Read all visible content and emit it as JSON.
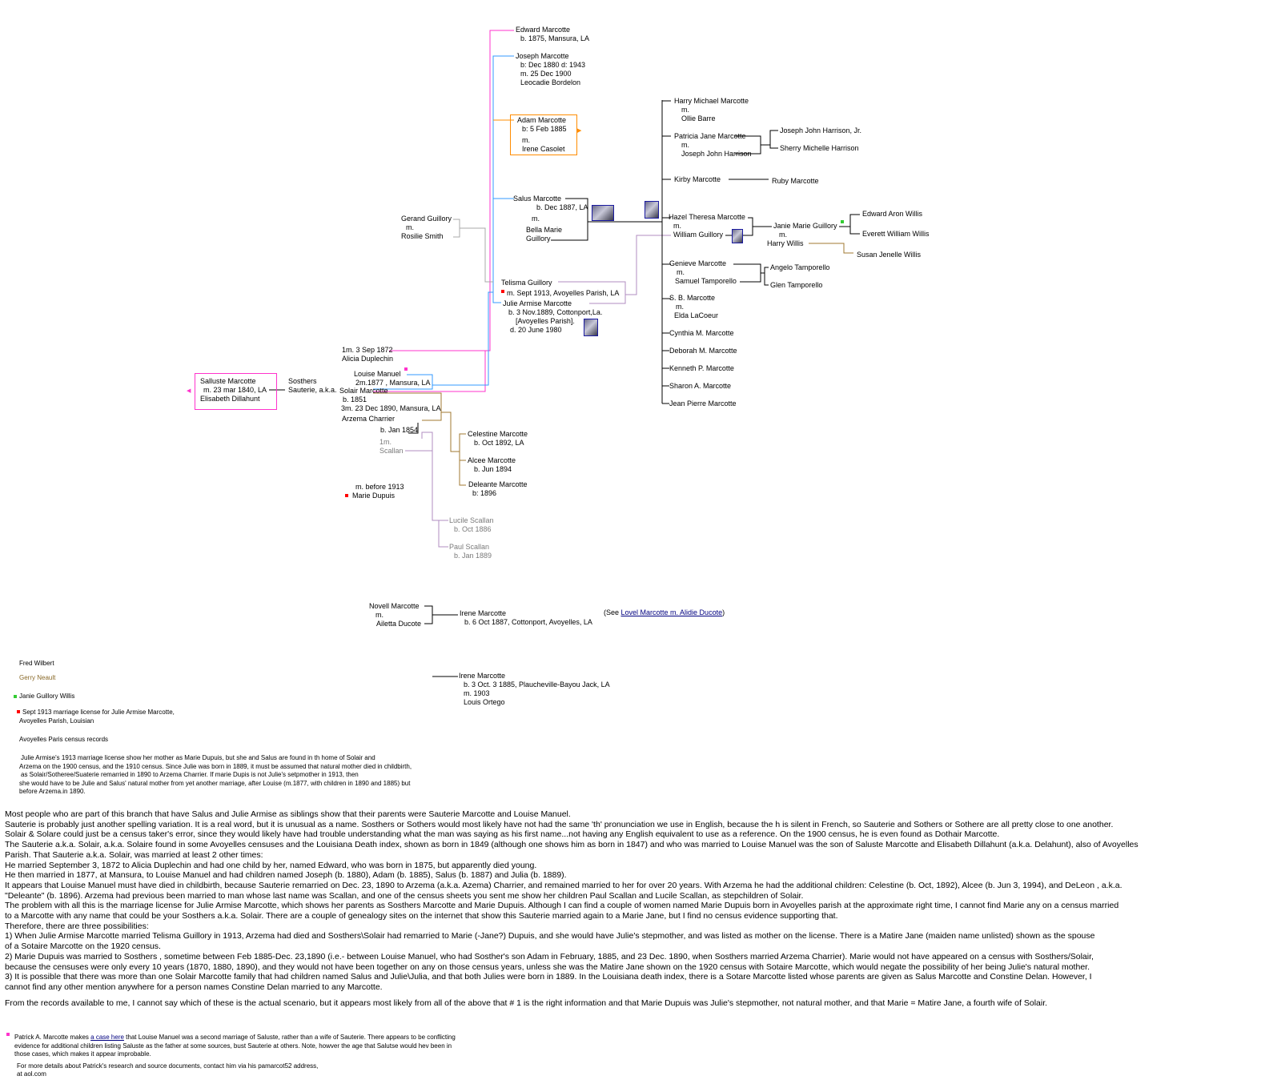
{
  "colors": {
    "magenta": "#ff33cc",
    "blue": "#3399ff",
    "orange": "#ff8c00",
    "brown": "#a07830",
    "lavender": "#b08cc0",
    "gray": "#a8a8a8",
    "black": "#000000",
    "link": "#000080"
  },
  "tree": {
    "salluste": [
      "Salluste Marcotte",
      "m. 23 mar 1840, LA",
      "Elisabeth Dillahunt"
    ],
    "sosthers": [
      "Sosthers",
      "Sauterie, a.k.a."
    ],
    "solair": "Solair  Marcotte",
    "solair_birth": "b.  1851",
    "marriage1": [
      "1m. 3 Sep 1872",
      "Alicia Duplechin"
    ],
    "louise": "Louise Manuel",
    "marriage2": "2m.1877 , Mansura, LA",
    "marriage3": "3m. 23 Dec 1890, Mansura, LA",
    "arzema": [
      "Arzema Charrier",
      "b. Jan 1854"
    ],
    "arzema_first": [
      "1m.",
      "Scallan"
    ],
    "marie_dupuis": [
      "m.  before 1913",
      "Marie Dupuis"
    ],
    "gerand": [
      "Gerand Guillory",
      "m.",
      "Rosilie Smith"
    ],
    "edward": [
      "Edward Marcotte",
      "b. 1875, Mansura, LA"
    ],
    "joseph": [
      "Joseph Marcotte",
      "b: Dec 1880   d: 1943",
      "m. 25 Dec 1900",
      "Leocadie Bordelon"
    ],
    "adam": [
      "Adam Marcotte",
      "b: 5 Feb 1885",
      "m.",
      "Irene Casolet"
    ],
    "salus": [
      "Salus  Marcotte",
      "b. Dec 1887, LA",
      "m.",
      "Bella Marie",
      "Guillory"
    ],
    "telisma": "Telisma  Guillory",
    "telisma_marriage": "m. Sept  1913,  Avoyelles Parish, LA",
    "julie": [
      "Julie Armise Marcotte",
      "b. 3 Nov.1889, Cottonport,La.",
      "[Avoyelles Parish].",
      "d. 20 June 1980"
    ],
    "celestine": [
      "Celestine Marcotte",
      "b. Oct 1892, LA"
    ],
    "alcee": [
      "Alcee Marcotte",
      "b. Jun 1894"
    ],
    "deleante": [
      "Deleante Marcotte",
      "b: 1896"
    ],
    "lucile": [
      "Lucile Scallan",
      "b. Oct 1886"
    ],
    "paul": [
      "Paul Scallan",
      "b. Jan 1889"
    ],
    "harry_michael": [
      "Harry Michael Marcotte",
      "m.",
      "Ollie Barre"
    ],
    "patricia": [
      "Patricia Jane Marcotte",
      "m.",
      "Joseph John Harrison"
    ],
    "patricia_children": [
      "Joseph John Harrison, Jr.",
      "Sherry Michelle Harrison"
    ],
    "kirby": "Kirby Marcotte",
    "ruby": "Ruby Marcotte",
    "hazel": [
      "Hazel Theresa Marcotte",
      "m.",
      "William Guillory"
    ],
    "janie": [
      "Janie Marie Guillory",
      "m.",
      "Harry Willis"
    ],
    "janie_children": [
      "Edward Aron Willis",
      "Everett William Willis",
      "Susan Jenelle Willis"
    ],
    "genieve": [
      "Genieve  Marcotte",
      "m.",
      "Samuel Tamporello"
    ],
    "genieve_children": [
      "Angelo Tamporello",
      "Glen Tamporello"
    ],
    "sb": [
      "S. B. Marcotte",
      "m.",
      "Elda LaCoeur"
    ],
    "others": [
      "Cynthia M. Marcotte",
      "Deborah M. Marcotte",
      "Kenneth P. Marcotte",
      "Sharon A. Marcotte",
      "Jean Pierre Marcotte"
    ],
    "novell": [
      "Novell Marcotte",
      "m.",
      "Ailetta Ducote"
    ],
    "irene1": [
      "Irene Marcotte",
      "b. 6 Oct 1887, Cottonport, Avoyelles, LA"
    ],
    "see_prefix": "(See ",
    "see_link": "Lovel Marcotte m. Alidie Ducote",
    "see_suffix": ")",
    "irene2": [
      "Irene Marcotte",
      "b. 3 Oct. 3 1885, Plaucheville-Bayou Jack, LA",
      "m. 1903",
      "Louis Ortego"
    ]
  },
  "legend": {
    "fred": "Fred Wilbert",
    "gerry": "Gerry Neault",
    "janie": "Janie Guillory Willis",
    "license": [
      "Sept 1913 marriage license for Julie Armise Marcotte,",
      "Avoyelles Parish, Louisian"
    ],
    "census": "Avoyelles Paris census records",
    "note": [
      "Julie Armise's 1913 marriage license show her mother  as Marie Dupuis, but she and Salus  are found in th home of Solair and",
      "Arzema on the 1900 census, and the 1910 census.  Since Julie was born in 1889, it must be assumed that natural mother died in childbirth,",
      "as  Solair/Sotheree/Suaterie remarried in 1890 to Arzema Charrier. If marie Dupis is not Julie's setpmother in 1913, then",
      "she would have to be Julie and Salus' natural mother from yet another marriage, after Louise (m.1877, with children in 1890 and 1885) but",
      "before Arzema.in 1890."
    ]
  },
  "paragraphs": [
    "Most people who are part of this branch that have  Salus and Julie Armise as siblings show that their parents were Sauterie Marcotte and Louise Manuel.",
    "Sauterie is probably just another spelling variation. It is a real word, but it is unusual as a name. Sosthers or Sothers would most likely have not had the same 'th' pronunciation we use in English, because the h is silent in French, so Sauterie and Sothers or Sothere are all pretty close to one another.",
    "Solair & Solare could just be a census taker's error, since they would likely have had trouble understanding what the man was saying as his first name...not having any English equivalent to use as a reference. On the 1900 census, he is even found as Dothair Marcotte.",
    "The Sauterie a.k.a. Solair, a.k.a. Solaire found in some Avoyelles censuses and the Louisiana Death index, shown as born in 1849 (although one shows him as born in 1847) and who was married to Louise Manuel was the son of Saluste Marcotte and Elisabeth Dillahunt (a.k.a. Delahunt), also of Avoyelles",
    "Parish.  That Sauterie a.k.a. Solair, was married at least 2 other times:",
    "He married September 3, 1872 to Alicia Duplechin and had one child by her, named Edward, who was born in 1875, but apparently died young.",
    "He then married in 1877, at Mansura, to Louise Manuel and had children named Joseph (b. 1880), Adam (b. 1885), Salus (b. 1887) and Julia (b. 1889).",
    "It appears that Louise Manuel must have died in childbirth, because Sauterie remarried on Dec. 23, 1890 to Arzema (a.k.a. Azema) Charrier, and remained married to her for over 20 years. With Arzema he had the additional children:  Celestine (b. Oct, 1892), Alcee (b. Jun 3, 1994), and DeLeon , a.k.a.",
    "\"Deleante\" (b. 1896).  Arzema had previous been married to man whose last name was Scallan, and one of the census sheets you sent me show her children Paul Scallan and Lucile Scallan, as stepchildren of Solair.",
    "The problem with all this is the marriage license for Julie Armise Marcotte, which shows her parents as Sosthers Marcotte and Marie Dupuis.  Although I can find a couple of women named Marie Dupuis born in Avoyelles parish at the approximate right time, I cannot find Marie any on a census married",
    "to a Marcotte with any name that could be your Sosthers a.k.a. Solair.  There are a couple of genealogy sites on the internet that show this Sauterie married again to a Marie Jane, but I find no census evidence supporting that.",
    "Therefore, there are three possibilities:",
    "1)              When Julie Armise Marcotte married Telisma Guillory in 1913, Arzema had died and Sosthers\\Solair had remarried to Marie (-Jane?) Dupuis, and she would have Julie's stepmother, and was listed as mother on the license. There is a Matire Jane (maiden name unlisted) shown as the spouse",
    "of a Sotaire Marcotte on the 1920 census.",
    "2)              Marie Dupuis was married to Sosthers , sometime between Feb 1885-Dec. 23,1890 (i.e.- between Louise Manuel, who had Sosther's son Adam in February, 1885, and 23 Dec.  1890, when Sosthers married Arzema Charrier). Marie would not have appeared on a census with Sosthers/Solair,",
    "because the censuses were only every 10 years (1870, 1880, 1890), and they would not have been together on any on those census years, unless she was the Matire Jane shown on the 1920 census with Sotaire Marcotte, which would negate the possibility of her being Julie's natural mother.",
    "3)              It is possible that there was more than one Solair Marcotte family that had children named Salus and Julie\\Julia, and that both Julies were born in 1889.  In the Louisiana death index, there is a Sotare Marcotte listed whose parents are given as Salus Marcotte and Constine Delan. However, I",
    "cannot find any other mention anywhere for a person names Constine Delan married to any Marcotte."
  ],
  "conclusion": "From the records  available to me, I cannot say which of these is the actual scenario, but it appears most likely from all of the above that # 1 is the right information and that Marie Dupuis was Julie's stepmother, not natural mother, and that Marie = Matire Jane, a fourth wife of Solair.",
  "footnote": {
    "prefix": "Patrick A. Marcotte makes ",
    "link": "a case here",
    "rest": " that Louise Manuel was a second marriage of Saluste, rather than a wife of Sauterie. There appears to be conflicting",
    "lines": [
      "evidence for additional children listing Saluste as the father at some sources, bust Sauterie at others.  Note, howver the age that Salutse would hev been in",
      "those cases, which makes it appear improbable."
    ],
    "contact": [
      "For more details about Patrick's research and source documents, contact him via his pamarcot52 address,",
      "at aol.com"
    ]
  }
}
